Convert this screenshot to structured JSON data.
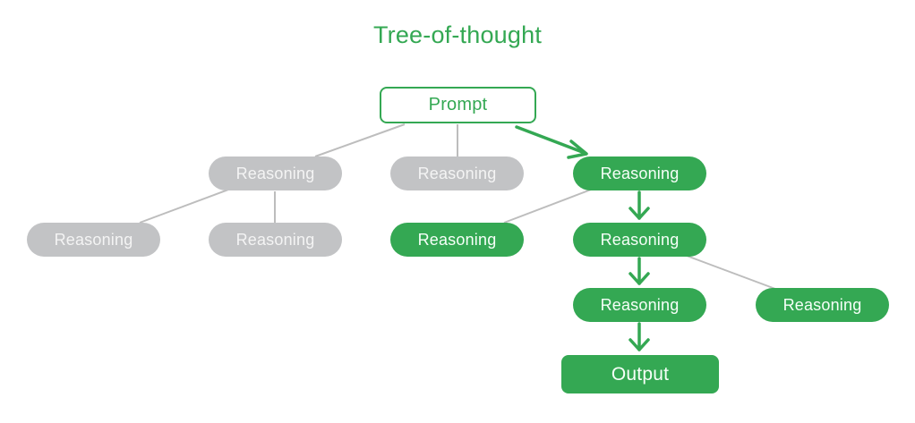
{
  "title": "Tree-of-thought",
  "colors": {
    "accent": "#34a853",
    "inactive_node": "#c2c3c5",
    "inactive_edge": "#bdbdbd",
    "text_light": "#f6fff8"
  },
  "nodes": [
    {
      "id": "prompt",
      "label": "Prompt",
      "style": "outline",
      "on_path": true
    },
    {
      "id": "r1a",
      "label": "Reasoning",
      "style": "gray",
      "on_path": false
    },
    {
      "id": "r1b",
      "label": "Reasoning",
      "style": "gray",
      "on_path": false
    },
    {
      "id": "r1c",
      "label": "Reasoning",
      "style": "green",
      "on_path": true
    },
    {
      "id": "r2a",
      "label": "Reasoning",
      "style": "gray",
      "on_path": false
    },
    {
      "id": "r2b",
      "label": "Reasoning",
      "style": "gray",
      "on_path": false
    },
    {
      "id": "r2c",
      "label": "Reasoning",
      "style": "green",
      "on_path": false
    },
    {
      "id": "r2d",
      "label": "Reasoning",
      "style": "green",
      "on_path": true
    },
    {
      "id": "r3a",
      "label": "Reasoning",
      "style": "green",
      "on_path": true
    },
    {
      "id": "r3b",
      "label": "Reasoning",
      "style": "green",
      "on_path": false
    },
    {
      "id": "output",
      "label": "Output",
      "style": "green",
      "on_path": true
    }
  ],
  "edges": [
    {
      "from": "prompt",
      "to": "r1a",
      "type": "line"
    },
    {
      "from": "prompt",
      "to": "r1b",
      "type": "line"
    },
    {
      "from": "prompt",
      "to": "r1c",
      "type": "arrow"
    },
    {
      "from": "r1a",
      "to": "r2a",
      "type": "line"
    },
    {
      "from": "r1a",
      "to": "r2b",
      "type": "line"
    },
    {
      "from": "r1c",
      "to": "r2c",
      "type": "line"
    },
    {
      "from": "r1c",
      "to": "r2d",
      "type": "arrow"
    },
    {
      "from": "r2d",
      "to": "r3a",
      "type": "arrow"
    },
    {
      "from": "r2d",
      "to": "r3b",
      "type": "line"
    },
    {
      "from": "r3a",
      "to": "output",
      "type": "arrow"
    }
  ]
}
